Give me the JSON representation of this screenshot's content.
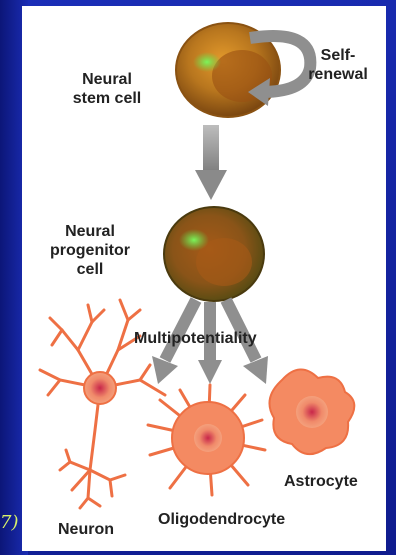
{
  "labels": {
    "neural_stem_cell": "Neural\nstem cell",
    "self_renewal": "Self-\nrenewal",
    "neural_progenitor_cell": "Neural\nprogenitor\ncell",
    "multipotentiality": "Multipotentiality",
    "neuron": "Neuron",
    "oligodendrocyte": "Oligodendrocyte",
    "astrocyte": "Astrocyte"
  },
  "footnote": "7)",
  "colors": {
    "background": "#1626a6",
    "panel": "#ffffff",
    "stem_cell_body": "#b8761e",
    "nucleus_glow": "#5fe04a",
    "arrow_gray": "#9a9a9a",
    "differentiated_cells": "#ee7044"
  }
}
